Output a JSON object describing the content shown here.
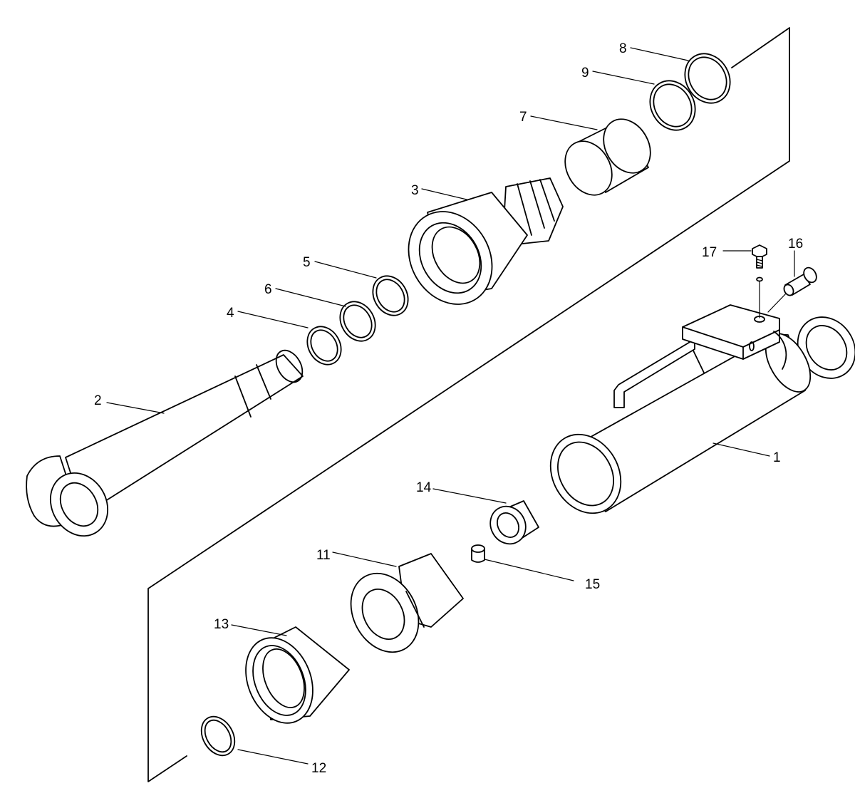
{
  "callouts": {
    "c1": "1",
    "c2": "2",
    "c3": "3",
    "c4": "4",
    "c5": "5",
    "c6": "6",
    "c7": "7",
    "c8": "8",
    "c9": "9",
    "c11": "11",
    "c12": "12",
    "c13": "13",
    "c14": "14",
    "c15": "15",
    "c16": "16",
    "c17": "17"
  }
}
